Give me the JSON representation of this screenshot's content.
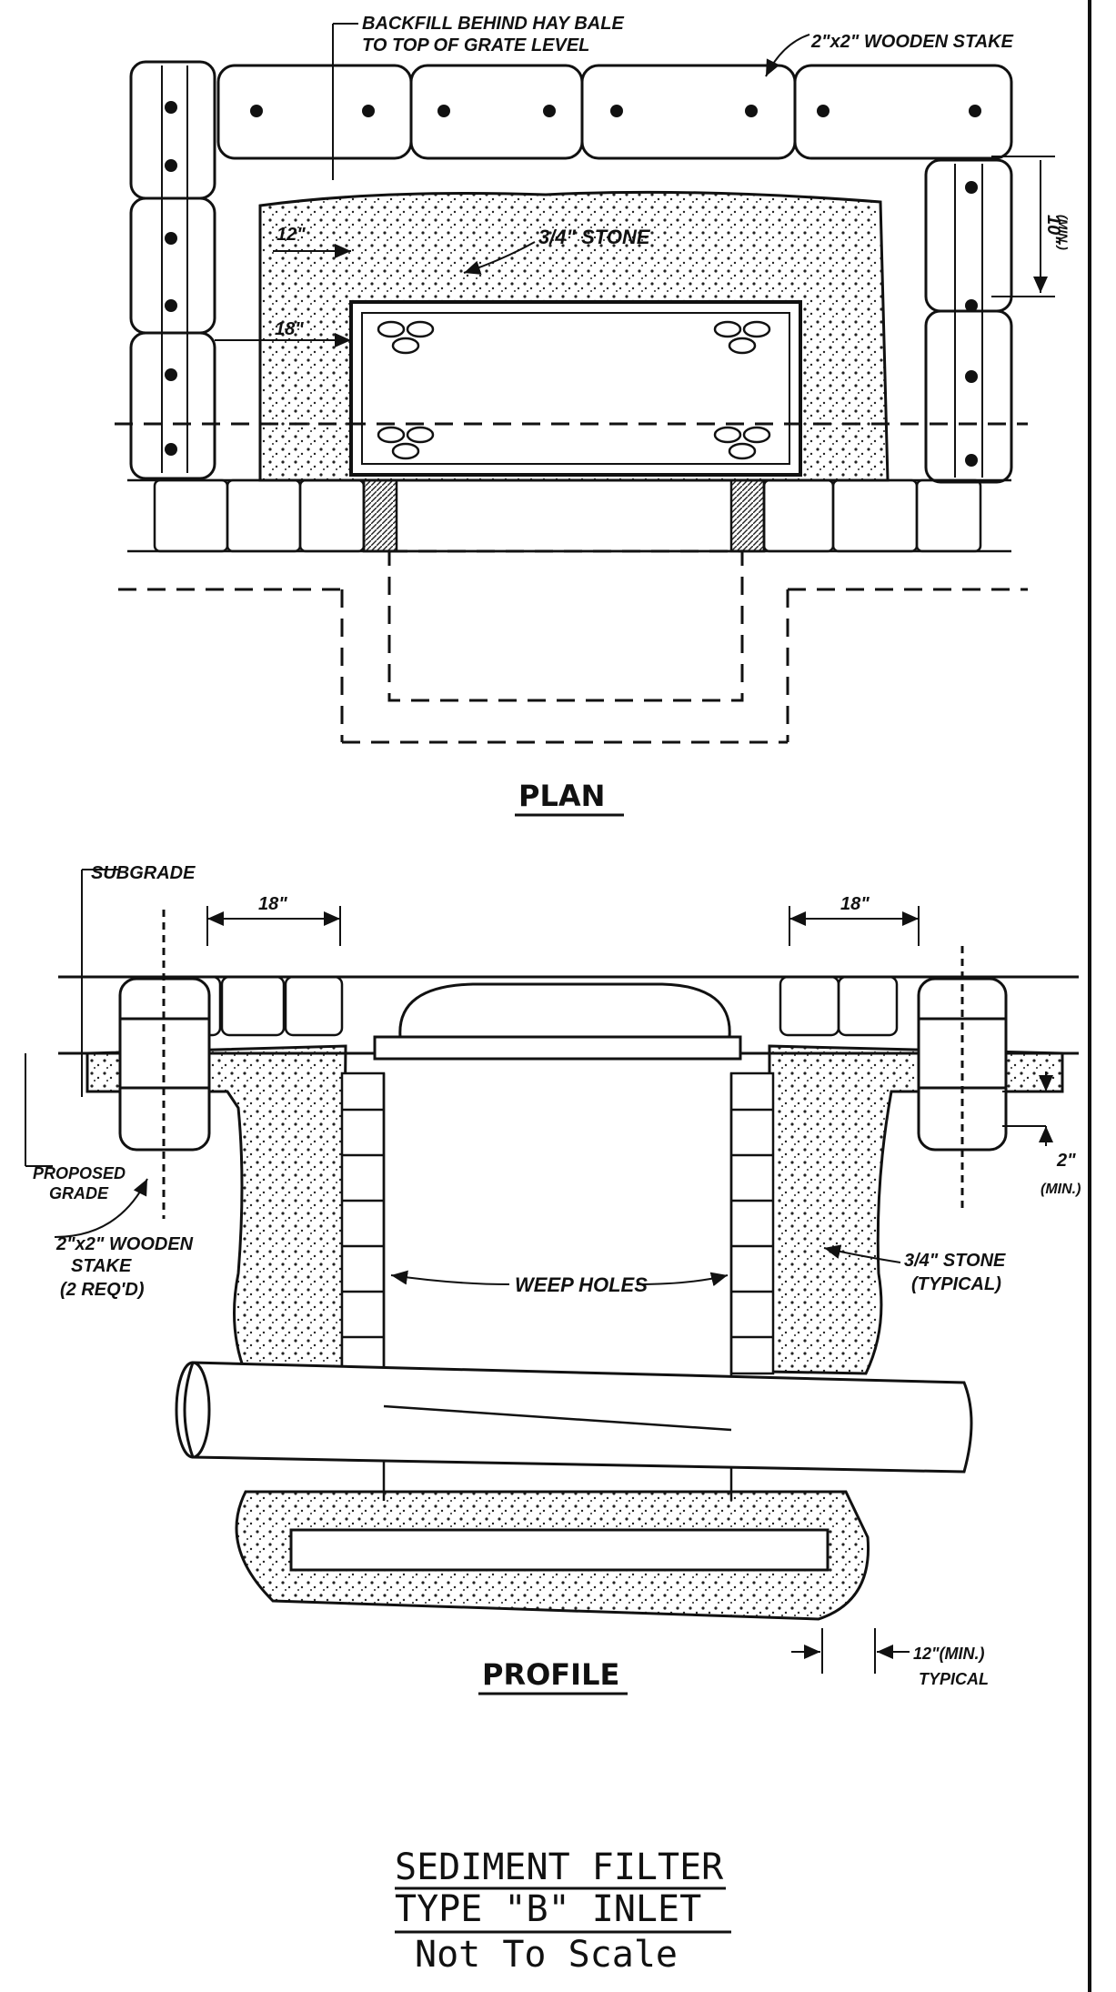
{
  "plan": {
    "label": "PLAN",
    "callouts": {
      "backfill_line1": "BACKFILL BEHIND HAY BALE",
      "backfill_line2": "TO TOP OF GRATE LEVEL",
      "stake": "2\"x2\" WOODEN STAKE",
      "stone": "3/4\" STONE",
      "dim_12": "12\"",
      "dim_18": "18\"",
      "dim_10": "10\"",
      "dim_10_min": "(MIN.)"
    }
  },
  "profile": {
    "label": "PROFILE",
    "callouts": {
      "subgrade": "SUBGRADE",
      "dim_18_left": "18\"",
      "dim_18_right": "18\"",
      "proposed_grade_line1": "PROPOSED",
      "proposed_grade_line2": "GRADE",
      "stake_line1": "2\"x2\" WOODEN",
      "stake_line2": "STAKE",
      "stake_line3": "(2 REQ'D)",
      "weep_holes": "WEEP HOLES",
      "stone_line1": "3/4\" STONE",
      "stone_line2": "(TYPICAL)",
      "dim_2": "2\"",
      "dim_2_min": "(MIN.)",
      "dim_12_min": "12\"(MIN.)",
      "typical": "TYPICAL"
    }
  },
  "title_block": {
    "line1": "SEDIMENT FILTER",
    "line2": "TYPE \"B\" INLET",
    "line3": "Not To Scale"
  }
}
